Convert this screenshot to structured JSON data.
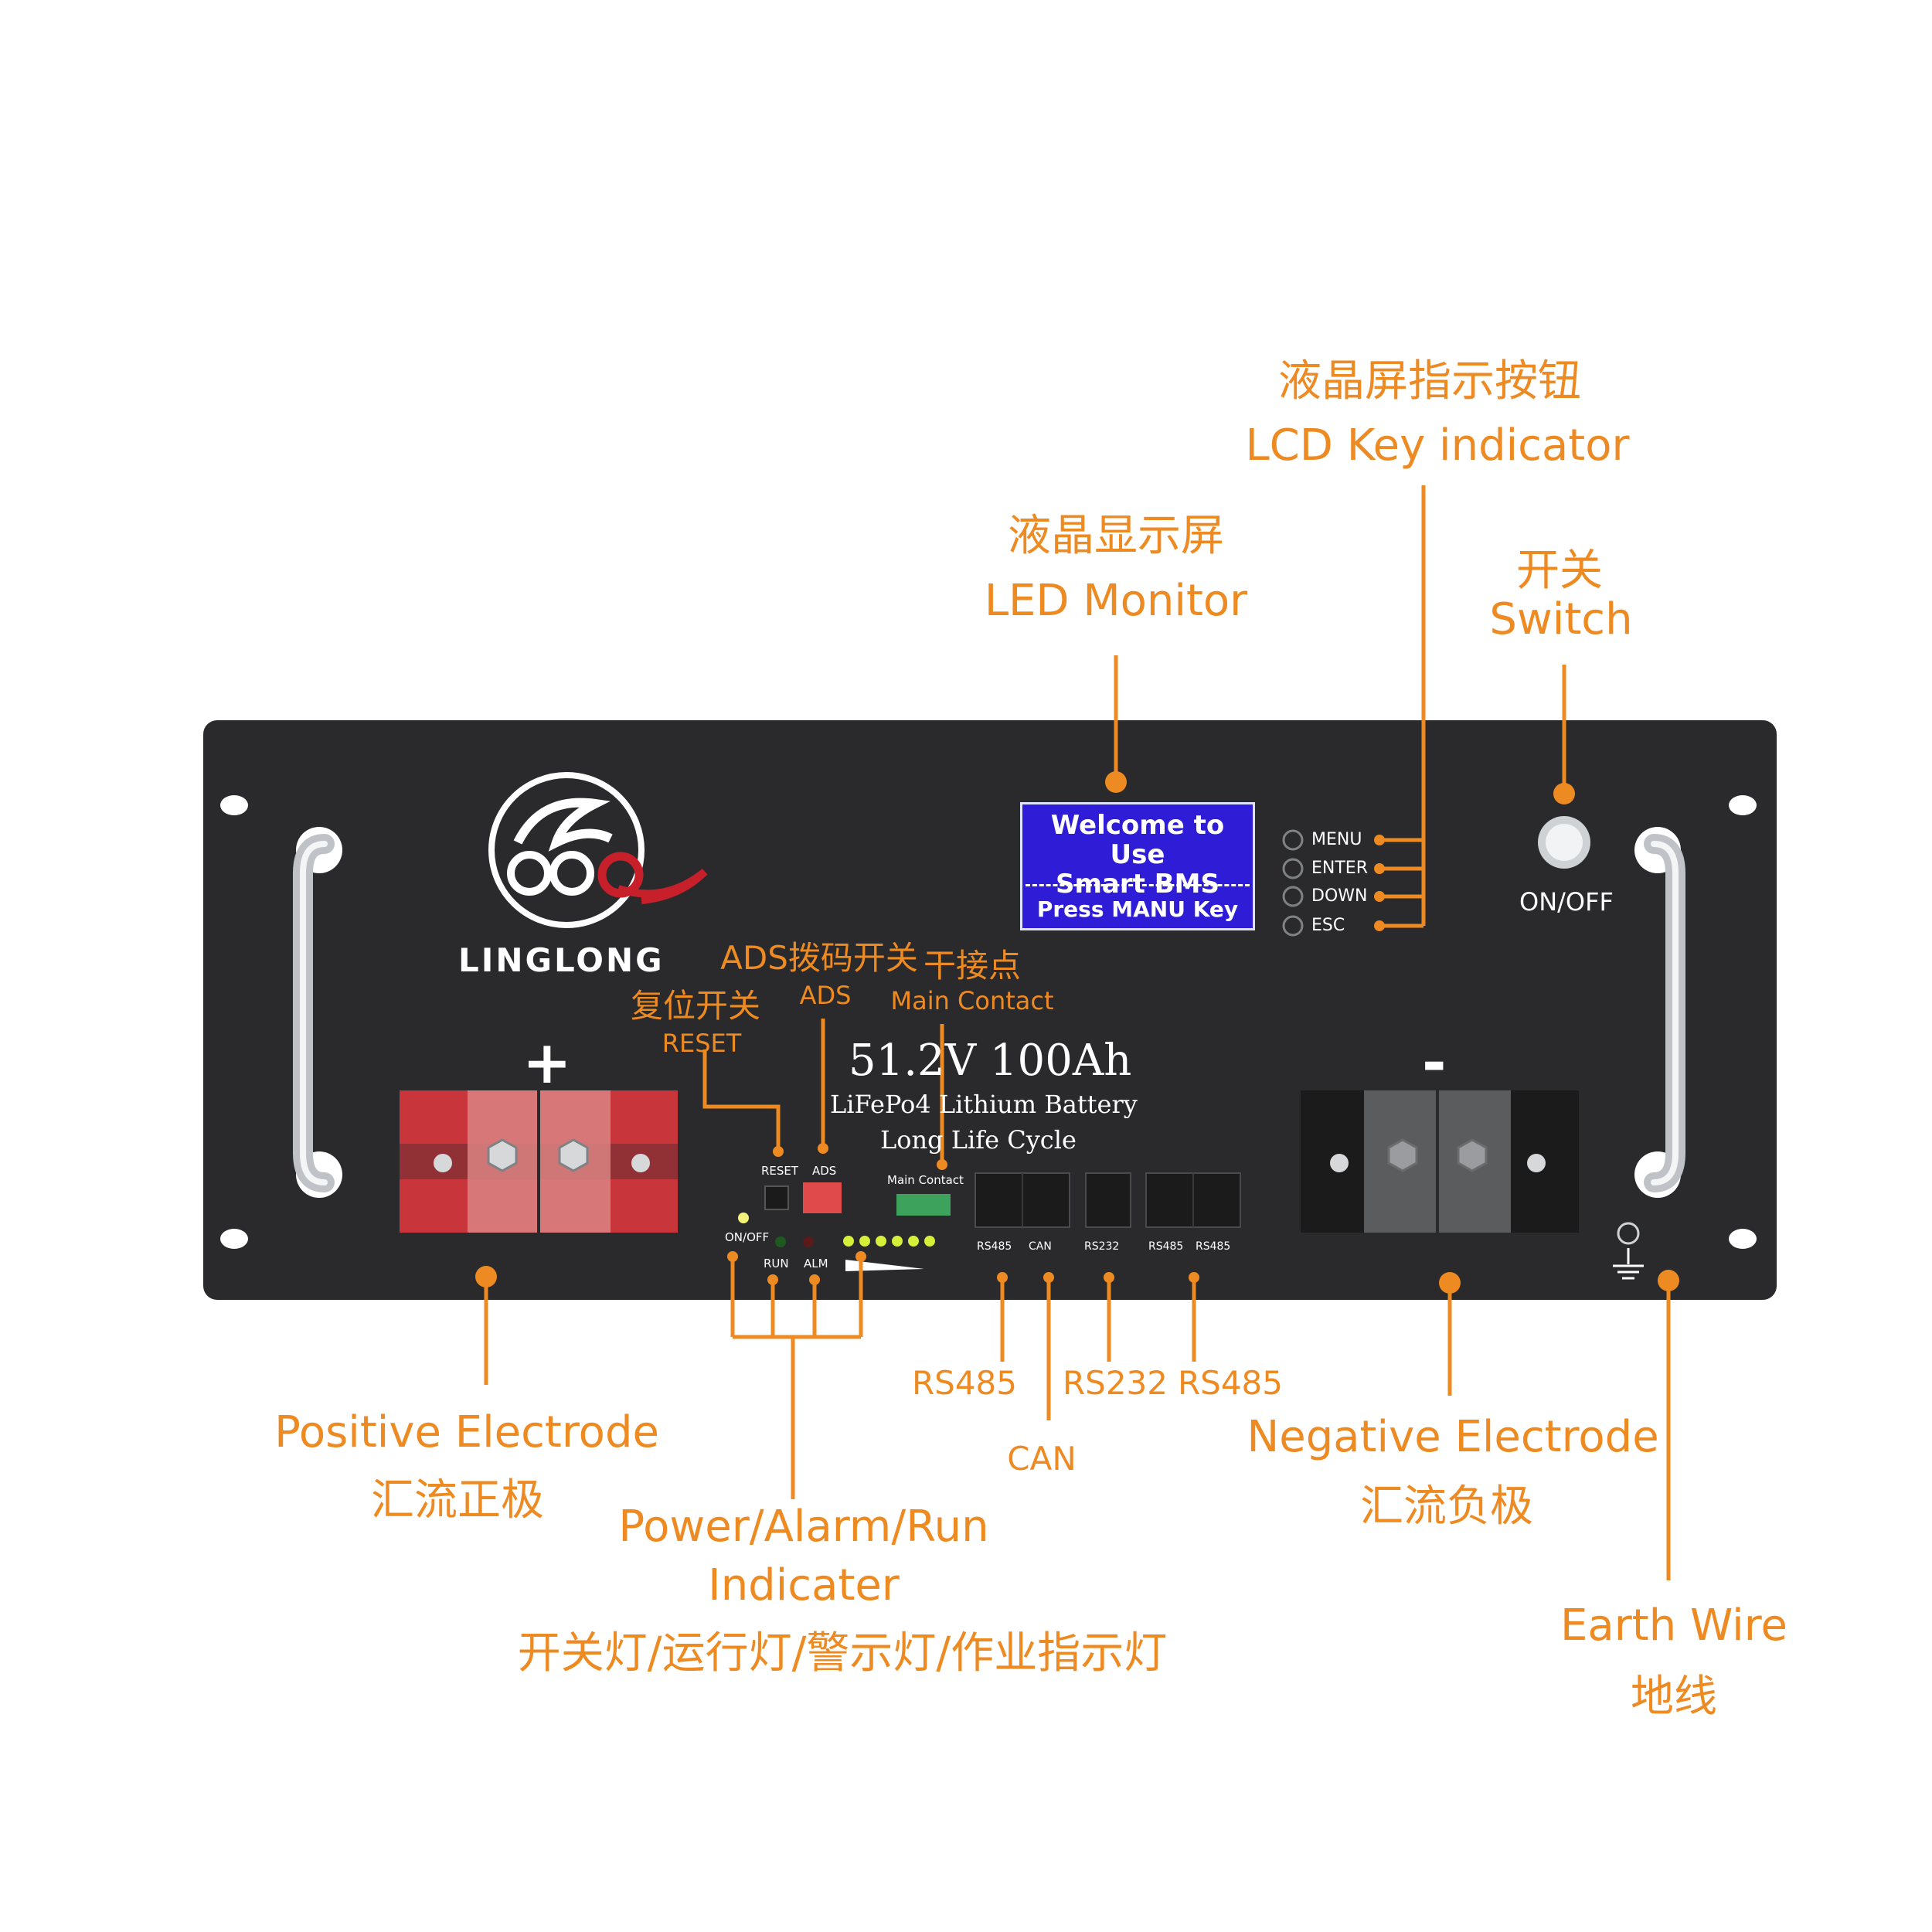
{
  "colors": {
    "accent": "#ee8a22",
    "panel": "#2a2a2c",
    "lcd": "#2e1cd6",
    "positive_terminal": "#c8353b",
    "led_green": "#d6f03a"
  },
  "brand": {
    "logo_text": "LINGLONG"
  },
  "lcd": {
    "line1": "Welcome to Use",
    "line2": "Smart BMS",
    "line3": "Press MANU Key"
  },
  "keys": [
    "MENU",
    "ENTER",
    "DOWN",
    "ESC"
  ],
  "switch": {
    "label": "ON/OFF"
  },
  "battery": {
    "spec": "51.2V 100Ah",
    "chem": "LiFePo4 Lithium Battery",
    "life": "Long Life Cycle"
  },
  "terminals": {
    "positive_symbol": "+",
    "negative_symbol": "-"
  },
  "panel_labels": {
    "reset": "RESET",
    "ads": "ADS",
    "main_contact": "Main Contact",
    "onoff": "ON/OFF",
    "run": "RUN",
    "alm": "ALM",
    "ports": [
      "RS485",
      "CAN",
      "RS232",
      "RS485",
      "RS485"
    ]
  },
  "callouts": {
    "lcd_key_cn": "液晶屏指示按钮",
    "lcd_key_en": "LCD Key indicator",
    "led_monitor_cn": "液晶显示屏",
    "led_monitor_en": "LED Monitor",
    "switch_cn": "开关",
    "switch_en": "Switch",
    "ads_cn": "ADS拨码开关",
    "ads_en": "ADS",
    "main_contact_cn": "干接点",
    "main_contact_en": "Main Contact",
    "reset_cn": "复位开关",
    "reset_en": "RESET",
    "positive_en": "Positive Electrode",
    "positive_cn": "汇流正极",
    "indicator_en1": "Power/Alarm/Run",
    "indicator_en2": "Indicater",
    "indicator_cn": "开关灯/运行灯/警示灯/作业指示灯",
    "rs485_a": "RS485",
    "can": "CAN",
    "rs232": "RS232",
    "rs485_b": "RS485",
    "negative_en": "Negative Electrode",
    "negative_cn": "汇流负极",
    "earth_en": "Earth Wire",
    "earth_cn": "地线"
  }
}
